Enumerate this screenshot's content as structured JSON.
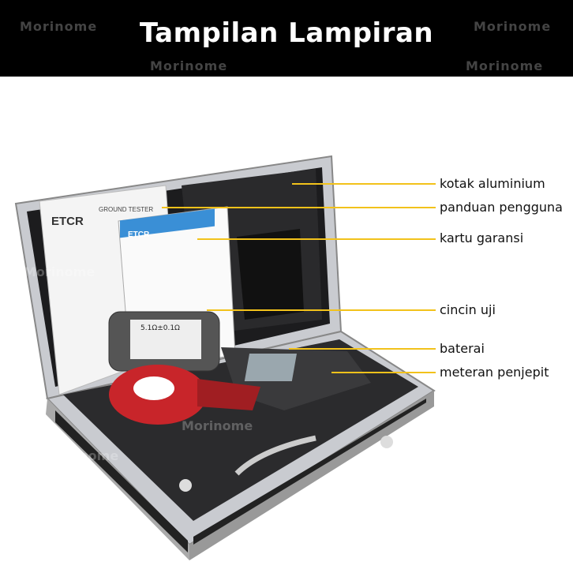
{
  "header": {
    "title": "Tampilan Lampiran",
    "watermark": "Morinome"
  },
  "callouts": [
    {
      "label": "kotak aluminium"
    },
    {
      "label": "panduan pengguna"
    },
    {
      "label": "kartu garansi"
    },
    {
      "label": "cincin uji"
    },
    {
      "label": "baterai"
    },
    {
      "label": "meteran penjepit"
    }
  ],
  "product_labels": {
    "brand": "ETCR",
    "manual_title": "GROUND TESTER",
    "ring_value": "5.1Ω±0.1Ω"
  },
  "colors": {
    "header_bg": "#000000",
    "leader_line": "#f2c21b"
  }
}
